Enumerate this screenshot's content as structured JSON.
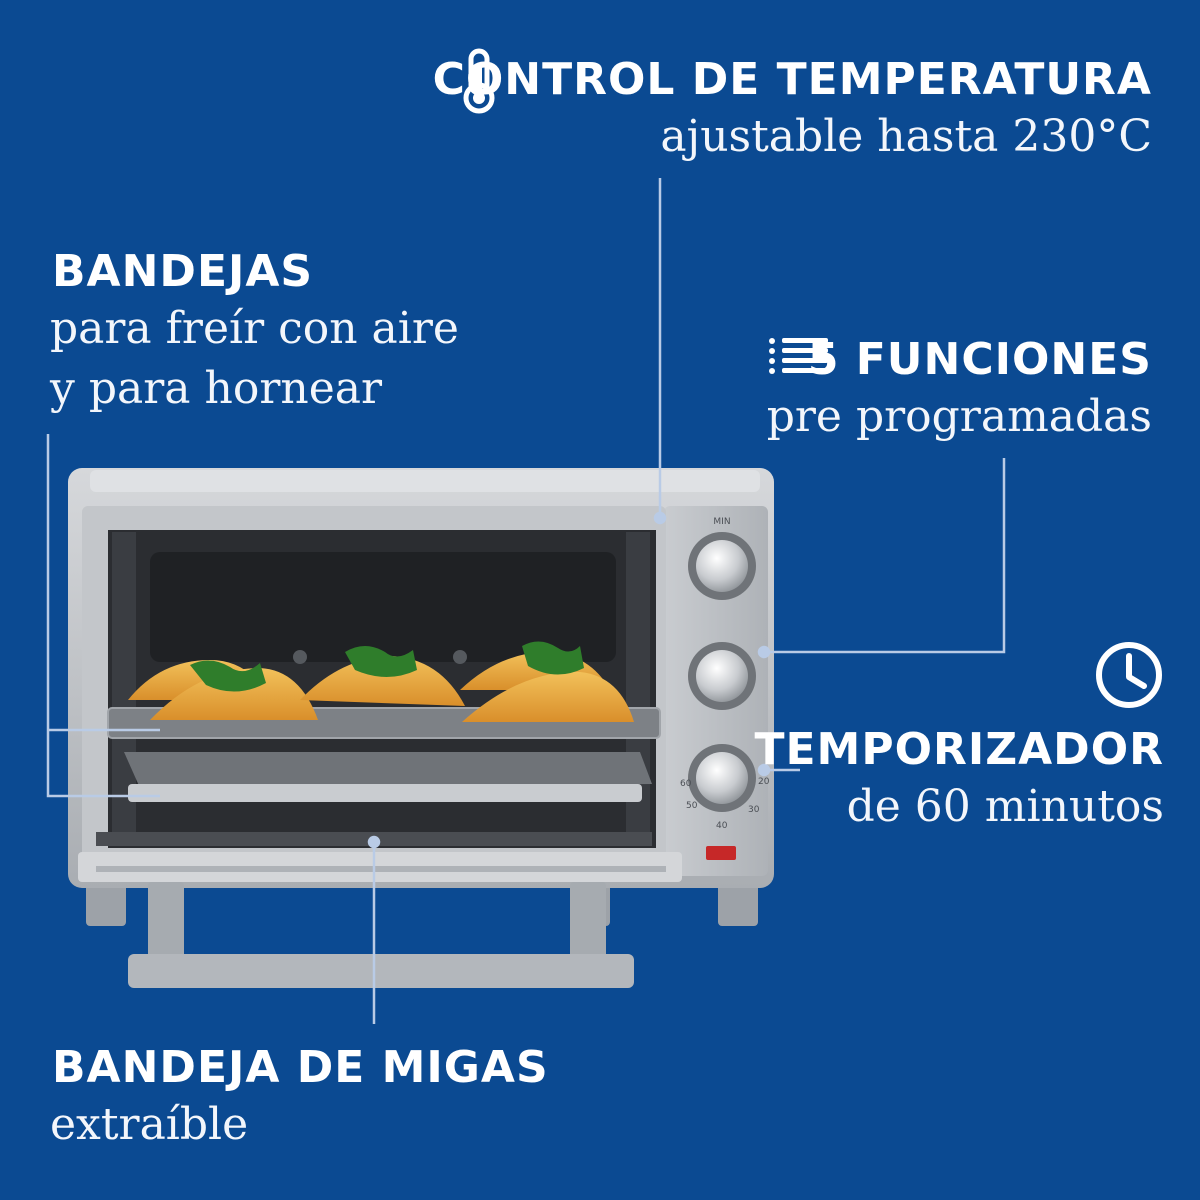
{
  "callouts": {
    "temperature": {
      "heading": "CONTROL DE TEMPERATURA",
      "sub": "ajustable hasta 230°C",
      "icon": "thermometer-icon"
    },
    "trays": {
      "heading": "BANDEJAS",
      "sub_line1": "para freír con aire",
      "sub_line2": "y para hornear"
    },
    "functions": {
      "heading": "5 FUNCIONES",
      "sub": "pre programadas",
      "icon": "list-icon"
    },
    "timer": {
      "heading": "TEMPORIZADOR",
      "sub": "de 60 minutos",
      "icon": "clock-icon"
    },
    "crumb_tray": {
      "heading": "BANDEJA DE MIGAS",
      "sub": "extraíble"
    }
  },
  "colors": {
    "background": "#0b4a92",
    "text": "#ffffff",
    "leader_line": "#b9cbe6",
    "oven_steel": "#b9bcc0",
    "oven_interior": "#2b2d31",
    "indicator_light": "#c62828"
  },
  "dial_labels": {
    "temperature_top": "MIN",
    "timer_marks": [
      "60",
      "50",
      "40",
      "30",
      "20"
    ]
  }
}
